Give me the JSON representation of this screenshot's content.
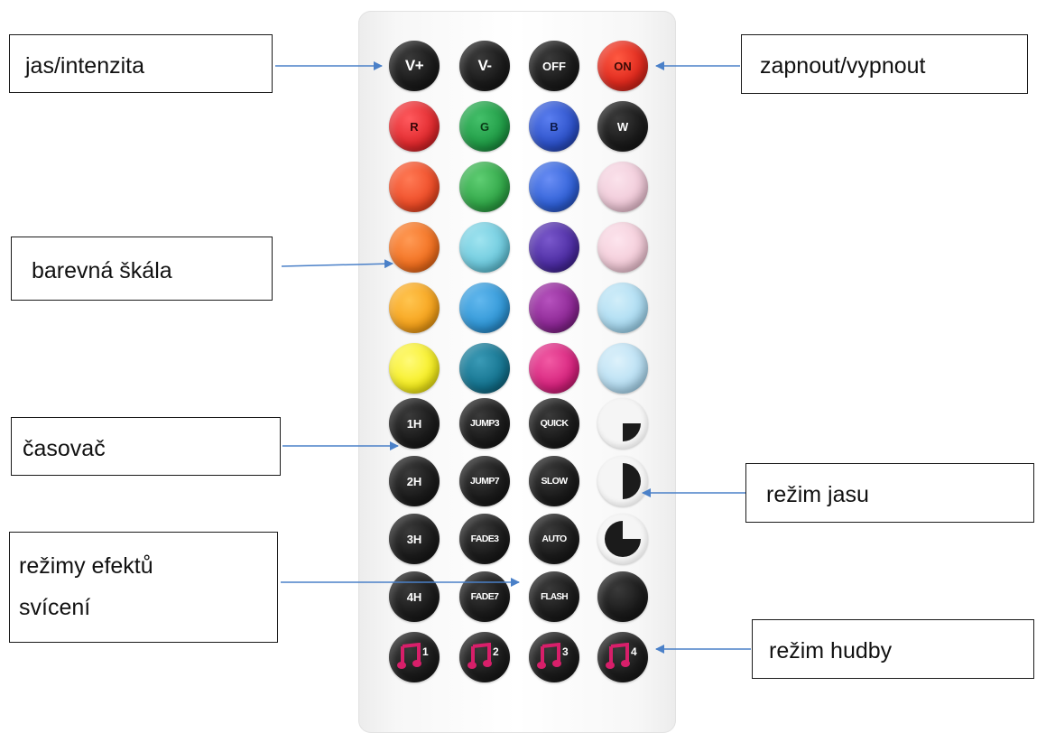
{
  "colors": {
    "arrow": "#4a80c8",
    "button_dark": "#161616",
    "remote_body": "#f7f7f7"
  },
  "remote": {
    "row_power": [
      {
        "label": "V+",
        "color": "#161616",
        "size": "lg"
      },
      {
        "label": "V-",
        "color": "#161616",
        "size": "lg"
      },
      {
        "label": "OFF",
        "color": "#161616",
        "size": "md"
      },
      {
        "label": "ON",
        "color": "#e02a1e",
        "size": "md"
      }
    ],
    "row_rgbw": [
      {
        "label": "R",
        "color": "#e0282c"
      },
      {
        "label": "G",
        "color": "#1f9b45"
      },
      {
        "label": "B",
        "color": "#2b50c8"
      },
      {
        "label": "W",
        "color": "#161616"
      }
    ],
    "color_grid": [
      [
        "#ee4b26",
        "#2fa546",
        "#2e5fd6",
        "#f0c9d8"
      ],
      [
        "#f26f1e",
        "#6cc9dd",
        "#4a2aa0",
        "#f3cbd8"
      ],
      [
        "#f6a21a",
        "#2f96d6",
        "#8a2592",
        "#aadbf2"
      ],
      [
        "#f6ee1e",
        "#13728e",
        "#d5217c",
        "#b6def3"
      ]
    ],
    "row_timer": [
      {
        "label": "1H"
      },
      {
        "label": "JUMP3"
      },
      {
        "label": "QUICK"
      },
      {
        "pie": "quarter"
      }
    ],
    "row_timer2": [
      {
        "label": "2H"
      },
      {
        "label": "JUMP7"
      },
      {
        "label": "SLOW"
      },
      {
        "pie": "half"
      }
    ],
    "row_timer3": [
      {
        "label": "3H"
      },
      {
        "label": "FADE3"
      },
      {
        "label": "AUTO"
      },
      {
        "pie": "three-quarter"
      }
    ],
    "row_timer4": [
      {
        "label": "4H"
      },
      {
        "label": "FADE7"
      },
      {
        "label": "FLASH"
      },
      {
        "pie": "full"
      }
    ],
    "row_music": [
      {
        "label": "1"
      },
      {
        "label": "2"
      },
      {
        "label": "3"
      },
      {
        "label": "4"
      }
    ]
  },
  "labels": {
    "brightness": "jas/intenzita",
    "power": "zapnout/vypnout",
    "color_scale": "barevná škála",
    "timer": "časovač",
    "brightness_mode": "režim jasu",
    "effect_modes_line1": "režimy efektů",
    "effect_modes_line2": "svícení",
    "music_mode": "režim hudby"
  }
}
